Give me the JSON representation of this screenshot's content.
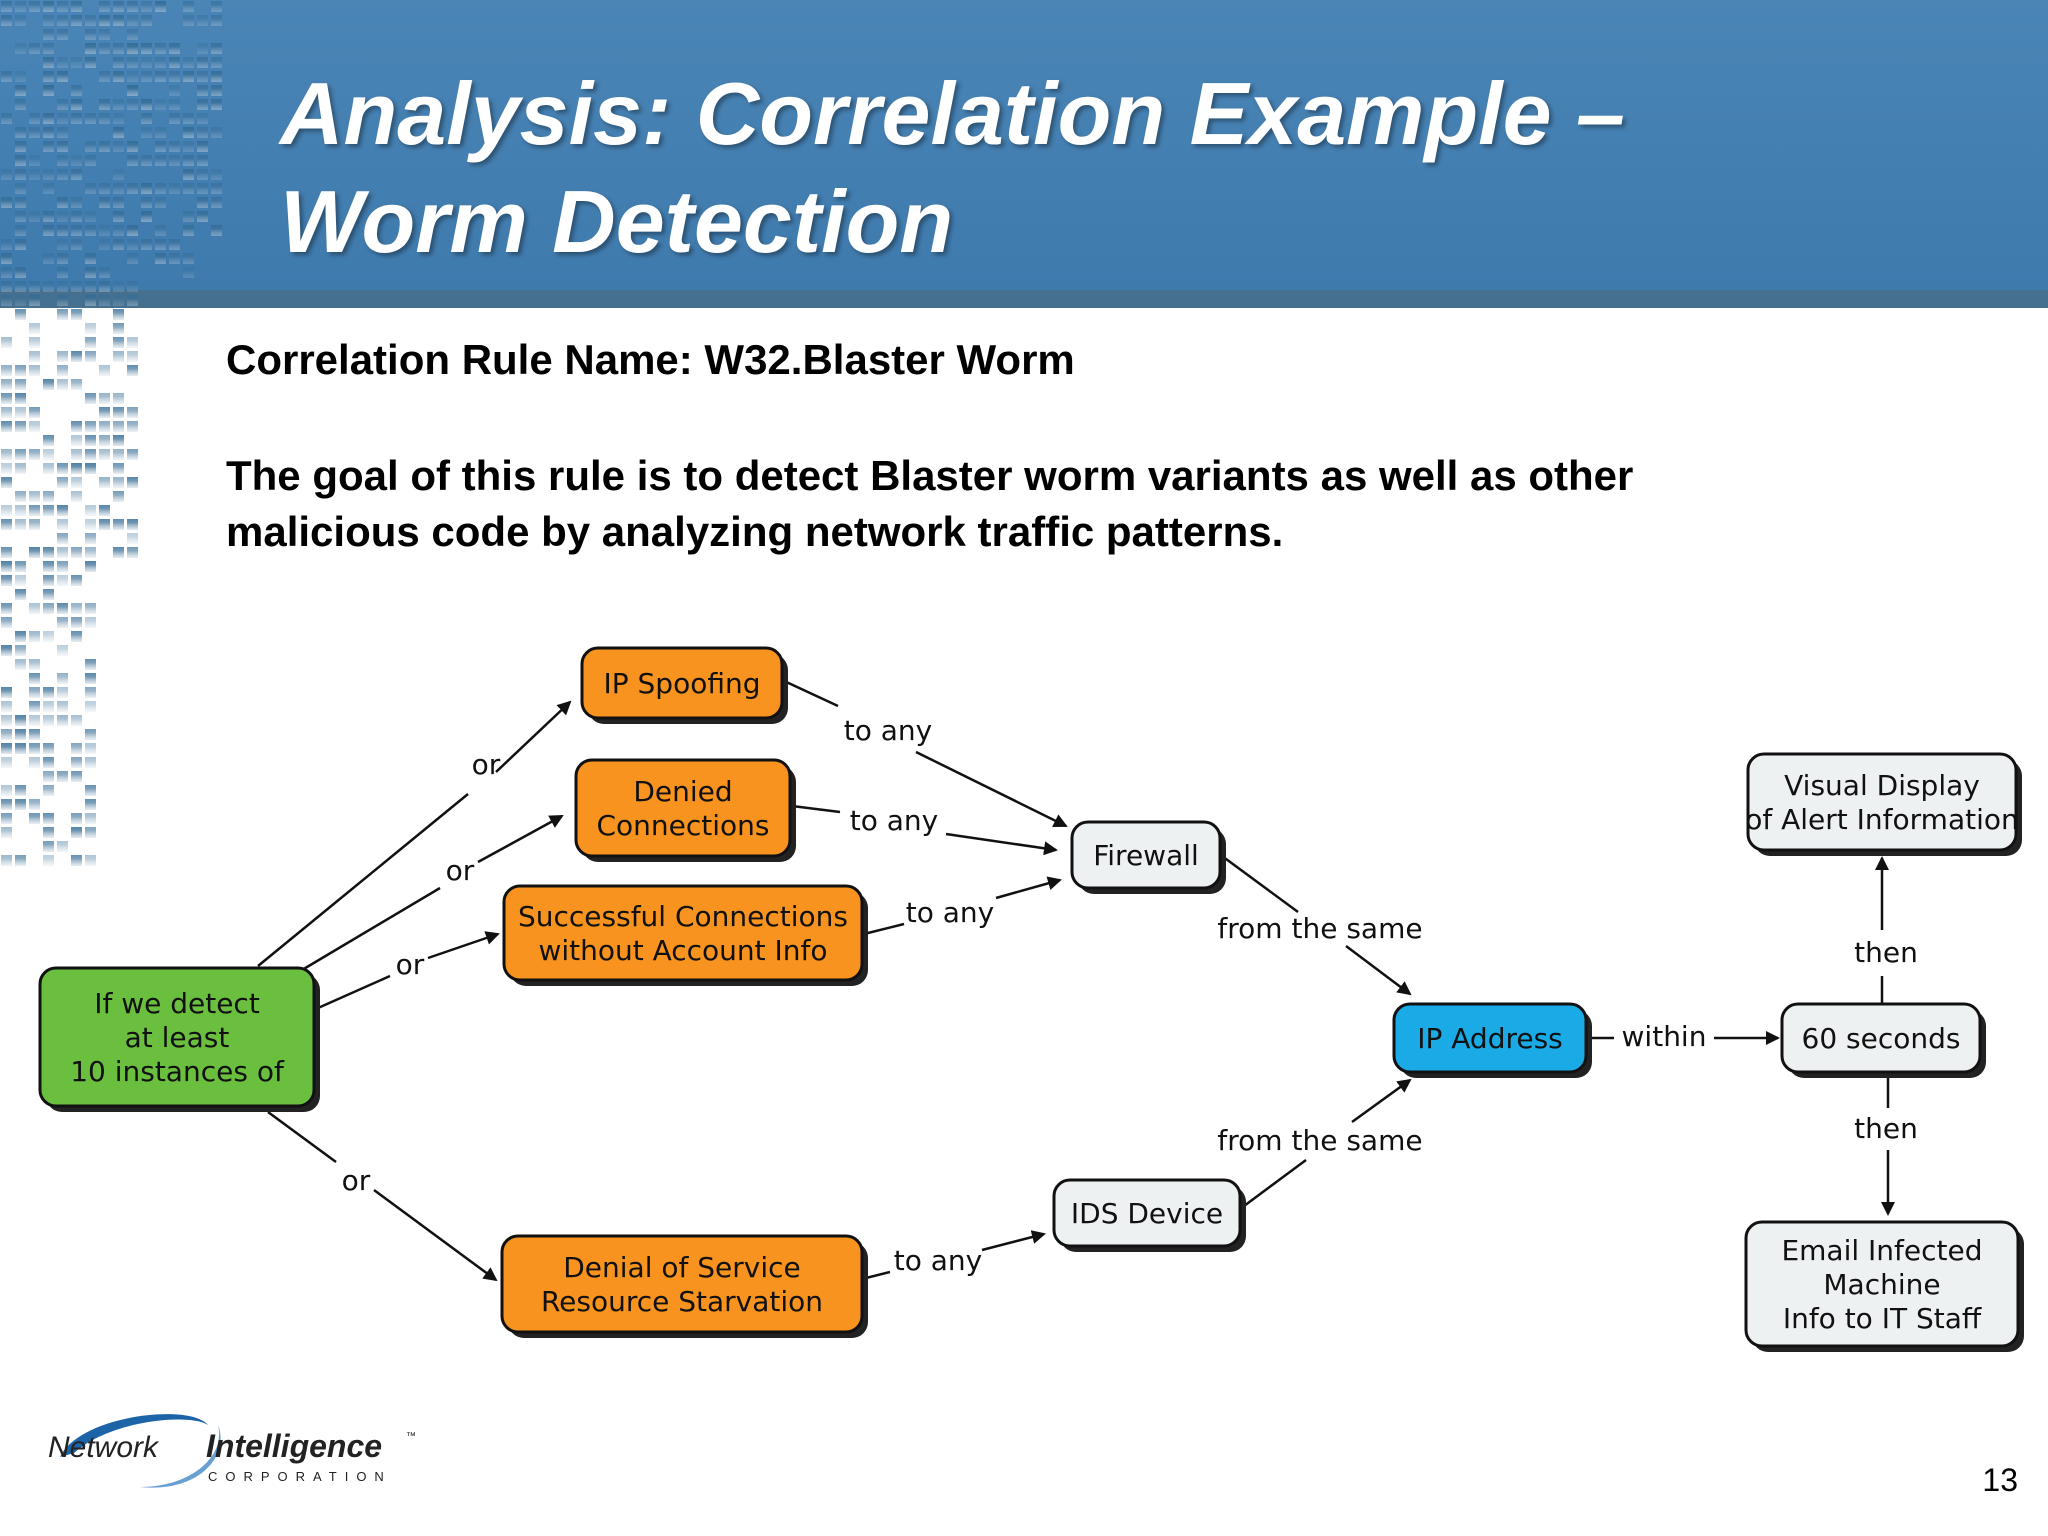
{
  "slide": {
    "title_line1": "Analysis: Correlation Example –",
    "title_line2": "Worm Detection",
    "rule_name": "Correlation Rule Name: W32.Blaster Worm",
    "goal_line1": "The goal of this rule is to detect Blaster worm variants as well as other",
    "goal_line2": "malicious code by analyzing network traffic patterns.",
    "page_number": "13"
  },
  "diagram": {
    "nodes": {
      "detect": [
        "If we detect",
        "at least",
        "10 instances of"
      ],
      "ip_spoofing": [
        "IP Spoofing"
      ],
      "denied": [
        "Denied",
        "Connections"
      ],
      "successful": [
        "Successful Connections",
        "without Account Info"
      ],
      "dos": [
        "Denial of Service",
        "Resource Starvation"
      ],
      "firewall": [
        "Firewall"
      ],
      "ids": [
        "IDS Device"
      ],
      "ip_address": [
        "IP Address"
      ],
      "seconds": [
        "60 seconds"
      ],
      "visual": [
        "Visual Display",
        "of Alert Information"
      ],
      "email": [
        "Email Infected",
        "Machine",
        "Info to IT Staff"
      ]
    },
    "edge_labels": {
      "or_spoofing": "or",
      "or_denied": "or",
      "or_successful": "or",
      "or_dos": "or",
      "to_any_spoofing": "to any",
      "to_any_denied": "to any",
      "to_any_successful": "to any",
      "to_any_dos": "to any",
      "from_same_firewall": "from the same",
      "from_same_ids": "from the same",
      "within": "within",
      "then_up": "then",
      "then_down": "then"
    },
    "colors": {
      "detect": "#6bbf3f",
      "event": "#f7931e",
      "device": "#eef1f2",
      "ip_address": "#1aaae5"
    }
  },
  "logo": {
    "word1": "Network",
    "word2": "Intelligence",
    "tm": "™",
    "subtitle": "CORPORATION"
  }
}
